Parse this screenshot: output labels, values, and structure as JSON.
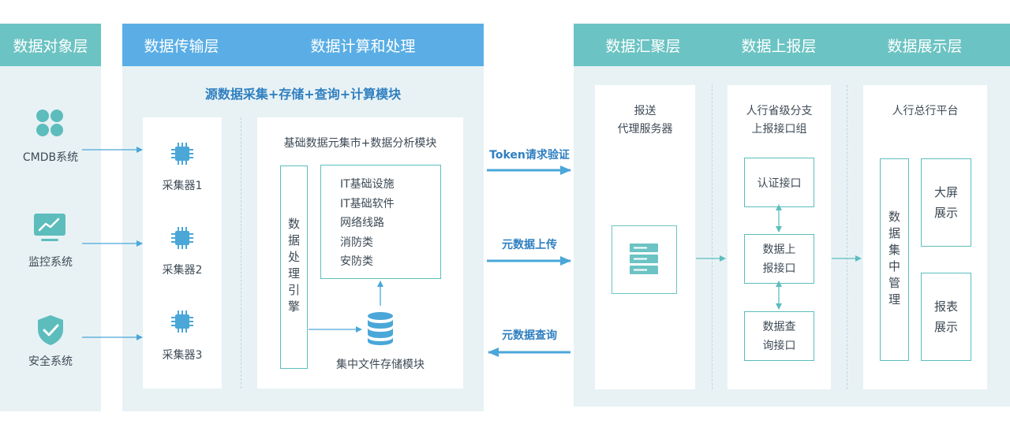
{
  "headers": {
    "object_layer": "数据对象层",
    "transport_layer": "数据传输层",
    "compute_layer": "数据计算和处理",
    "aggregate_layer": "数据汇聚层",
    "report_layer": "数据上报层",
    "display_layer": "数据展示层"
  },
  "sources": [
    {
      "label": "CMDB系统",
      "icon": "cmdb-icon"
    },
    {
      "label": "监控系统",
      "icon": "monitor-icon"
    },
    {
      "label": "安全系统",
      "icon": "shield-icon"
    }
  ],
  "module_title": "源数据采集+存储+查询+计算模块",
  "collectors": [
    "采集器1",
    "采集器2",
    "采集器3"
  ],
  "analysis": {
    "title": "基础数据元集市+数据分析模块",
    "engine_label": "数据处理引擎",
    "items": [
      "IT基础设施",
      "IT基础软件",
      "网络线路",
      "消防类",
      "安防类"
    ],
    "storage_label": "集中文件存储模块"
  },
  "flows": {
    "token": "Token请求验证",
    "upload": "元数据上传",
    "query": "元数据查询"
  },
  "aggregate": {
    "title_line1": "报送",
    "title_line2": "代理服务器"
  },
  "report": {
    "title_line1": "人行省级分支",
    "title_line2": "上报接口组",
    "auth": "认证接口",
    "upload_line1": "数据上",
    "upload_line2": "报接口",
    "query_line1": "数据查",
    "query_line2": "询接口"
  },
  "display": {
    "title": "人行总行平台",
    "central": "数据集中管理",
    "big_screen_line1": "大屏",
    "big_screen_line2": "展示",
    "report_line1": "报表",
    "report_line2": "展示"
  },
  "colors": {
    "teal_header": "#6cc3c3",
    "blue_header": "#5aaee5",
    "panel_bg": "#e8f2f5",
    "accent_teal": "#5dbdbd",
    "accent_blue": "#4aa7d8",
    "text": "#3d4a55"
  }
}
